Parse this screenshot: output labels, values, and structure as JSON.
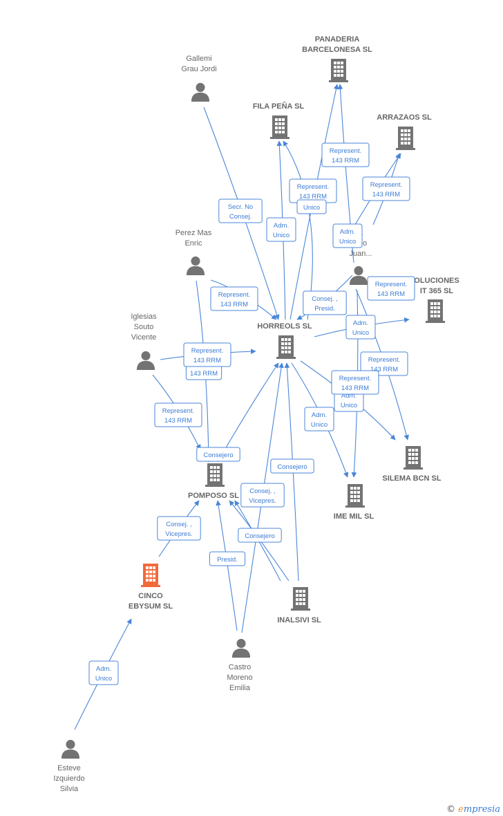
{
  "colors": {
    "edge": "#4a86d8",
    "node": "#737373",
    "highlight": "#f26a3a"
  },
  "nodes": [
    {
      "id": "panaderia",
      "type": "company",
      "lines": [
        "PANADERIA",
        "BARCELONESA SL"
      ]
    },
    {
      "id": "gallemi",
      "type": "person",
      "lines": [
        "Gallemi",
        "Grau Jordi"
      ]
    },
    {
      "id": "filapena",
      "type": "company",
      "lines": [
        "FILA PEÑA  SL"
      ]
    },
    {
      "id": "arrazaos",
      "type": "company",
      "lines": [
        "ARRAZAOS  SL"
      ]
    },
    {
      "id": "perez",
      "type": "person",
      "lines": [
        "Perez Mas",
        "Enric"
      ]
    },
    {
      "id": "hiddenperson",
      "type": "person",
      "lines": [
        "a",
        "ado",
        "Juan..."
      ]
    },
    {
      "id": "soluciones",
      "type": "company",
      "lines": [
        "OLUCIONES",
        "IT 365  SL"
      ]
    },
    {
      "id": "iglesias",
      "type": "person",
      "lines": [
        "Iglesias",
        "Souto",
        "Vicente"
      ]
    },
    {
      "id": "horreols",
      "type": "company",
      "lines": [
        "HORREOLS  SL"
      ]
    },
    {
      "id": "silema",
      "type": "company",
      "lines": [
        "SILEMA BCN SL"
      ]
    },
    {
      "id": "pomposo",
      "type": "company",
      "lines": [
        "POMPOSO SL"
      ]
    },
    {
      "id": "imemil",
      "type": "company",
      "lines": [
        "IME MIL SL"
      ]
    },
    {
      "id": "cinco",
      "type": "company-highlight",
      "lines": [
        "CINCO",
        "EBYSUM  SL"
      ]
    },
    {
      "id": "inalsivi",
      "type": "company",
      "lines": [
        "INALSIVI SL"
      ]
    },
    {
      "id": "castro",
      "type": "person",
      "lines": [
        "Castro",
        "Moreno",
        "Emilia"
      ]
    },
    {
      "id": "esteve",
      "type": "person",
      "lines": [
        "Esteve",
        "Izquierdo",
        "Silvia"
      ]
    }
  ],
  "edge_labels": [
    {
      "id": "l1",
      "lines": [
        "Represent.",
        "143 RRM"
      ]
    },
    {
      "id": "l2",
      "lines": [
        "Represent.",
        "143 RRM"
      ]
    },
    {
      "id": "l3",
      "lines": [
        "Unico"
      ]
    },
    {
      "id": "l4",
      "lines": [
        "Represent.",
        "143 RRM"
      ]
    },
    {
      "id": "l5",
      "lines": [
        "Secr.  No",
        "Consej."
      ]
    },
    {
      "id": "l6",
      "lines": [
        "Adm.",
        "Unico"
      ]
    },
    {
      "id": "l7",
      "lines": [
        "Adm.",
        "Unico"
      ]
    },
    {
      "id": "l8",
      "lines": [
        "Represent.",
        "143 RRM"
      ]
    },
    {
      "id": "l9",
      "lines": [
        "Represent.",
        "143 RRM"
      ]
    },
    {
      "id": "l10",
      "lines": [
        "Consej. ,",
        "Presid."
      ]
    },
    {
      "id": "l11",
      "lines": [
        "Adm.",
        "Unico"
      ]
    },
    {
      "id": "l12",
      "lines": [
        "143 RRM"
      ]
    },
    {
      "id": "l13",
      "lines": [
        "Represent.",
        "143 RRM"
      ]
    },
    {
      "id": "l14",
      "lines": [
        "Represent.",
        "143 RRM"
      ]
    },
    {
      "id": "l15",
      "lines": [
        "Adm.",
        "Unico"
      ]
    },
    {
      "id": "l16",
      "lines": [
        "Represent.",
        "143 RRM"
      ]
    },
    {
      "id": "l17",
      "lines": [
        "Represent.",
        "143 RRM"
      ]
    },
    {
      "id": "l18",
      "lines": [
        "Adm.",
        "Unico"
      ]
    },
    {
      "id": "l19",
      "lines": [
        "Consejero"
      ]
    },
    {
      "id": "l20",
      "lines": [
        "Consejero"
      ]
    },
    {
      "id": "l21",
      "lines": [
        "Consej. ,",
        "Vicepres."
      ]
    },
    {
      "id": "l22",
      "lines": [
        "Consej. ,",
        "Vicepres."
      ]
    },
    {
      "id": "l23",
      "lines": [
        "Consejero"
      ]
    },
    {
      "id": "l24",
      "lines": [
        "Presid."
      ]
    },
    {
      "id": "l25",
      "lines": [
        "Adm.",
        "Unico"
      ]
    }
  ],
  "watermark": {
    "copyright": "©",
    "brand_initial": "e",
    "brand_rest": "mpresia"
  }
}
